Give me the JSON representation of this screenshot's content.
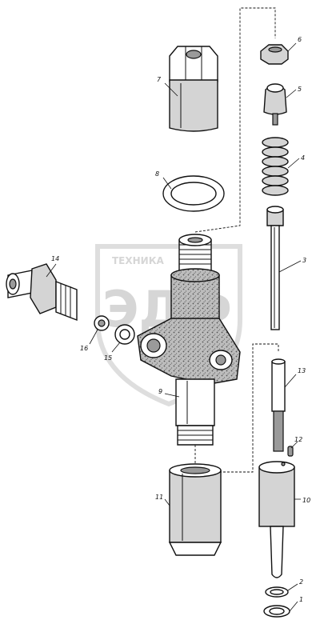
{
  "watermark": {
    "top_text": "ТЕХНИКА",
    "main_text": "ЭДФ"
  },
  "callouts": [
    {
      "label": "1"
    },
    {
      "label": "2"
    },
    {
      "label": "3"
    },
    {
      "label": "4"
    },
    {
      "label": "5"
    },
    {
      "label": "6"
    },
    {
      "label": "7"
    },
    {
      "label": "8"
    },
    {
      "label": "9"
    },
    {
      "label": "10"
    },
    {
      "label": "11"
    },
    {
      "label": "12"
    },
    {
      "label": "13"
    },
    {
      "label": "14"
    },
    {
      "label": "15"
    },
    {
      "label": "16"
    }
  ]
}
